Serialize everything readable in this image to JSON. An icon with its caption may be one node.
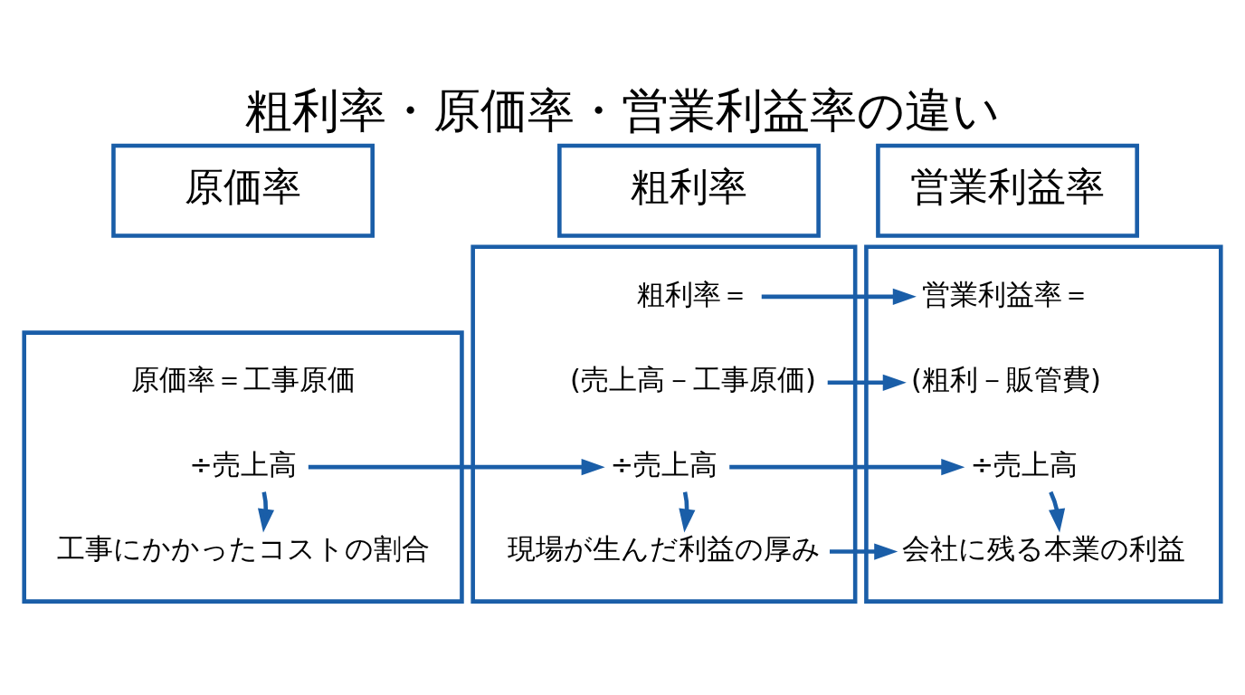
{
  "diagram": {
    "title": "粗利率・原価率・営業利益率の違い",
    "nodes": [
      {
        "text": [
          "原価率"
        ]
      },
      {
        "text": [
          "粗利率"
        ]
      },
      {
        "text": [
          "営業利益率"
        ]
      },
      {
        "text": [],
        "shape": "box"
      },
      {
        "text": [
          "原価率＝工事原価"
        ],
        "in": 3
      },
      {
        "text": [
          "÷売上高"
        ],
        "in": 3
      },
      {
        "text": [
          "工事にかかったコストの割合"
        ],
        "in": 3
      },
      {
        "text": [],
        "shape": "box"
      },
      {
        "text": [
          "粗利率＝"
        ],
        "in": 7
      },
      {
        "text": [
          "(売上高－工事原価)"
        ],
        "in": 7
      },
      {
        "text": [
          "÷売上高"
        ],
        "in": 7
      },
      {
        "text": [
          "現場が生んだ利益の厚み"
        ],
        "in": 7
      },
      {
        "text": [],
        "shape": "box"
      },
      {
        "text": [
          "営業利益率＝"
        ],
        "in": 12
      },
      {
        "text": [
          "(粗利－販管費)"
        ],
        "in": 12
      },
      {
        "text": [
          "÷売上高"
        ],
        "in": 12
      },
      {
        "text": [
          "会社に残る本業の利益"
        ],
        "in": 12
      }
    ],
    "edges": [
      {
        "from": 5,
        "to": 10,
        "arrow": "to"
      },
      {
        "from": 8,
        "to": 13,
        "arrow": "to"
      },
      {
        "from": 9,
        "to": 14,
        "arrow": "to"
      },
      {
        "from": 10,
        "to": 15,
        "arrow": "to"
      },
      {
        "from": 5,
        "to": 6,
        "arrow": "to"
      },
      {
        "from": 10,
        "to": 11,
        "arrow": "to"
      },
      {
        "from": 15,
        "to": 16,
        "arrow": "to"
      },
      {
        "from": 11,
        "to": 16,
        "arrow": "to"
      }
    ]
  }
}
